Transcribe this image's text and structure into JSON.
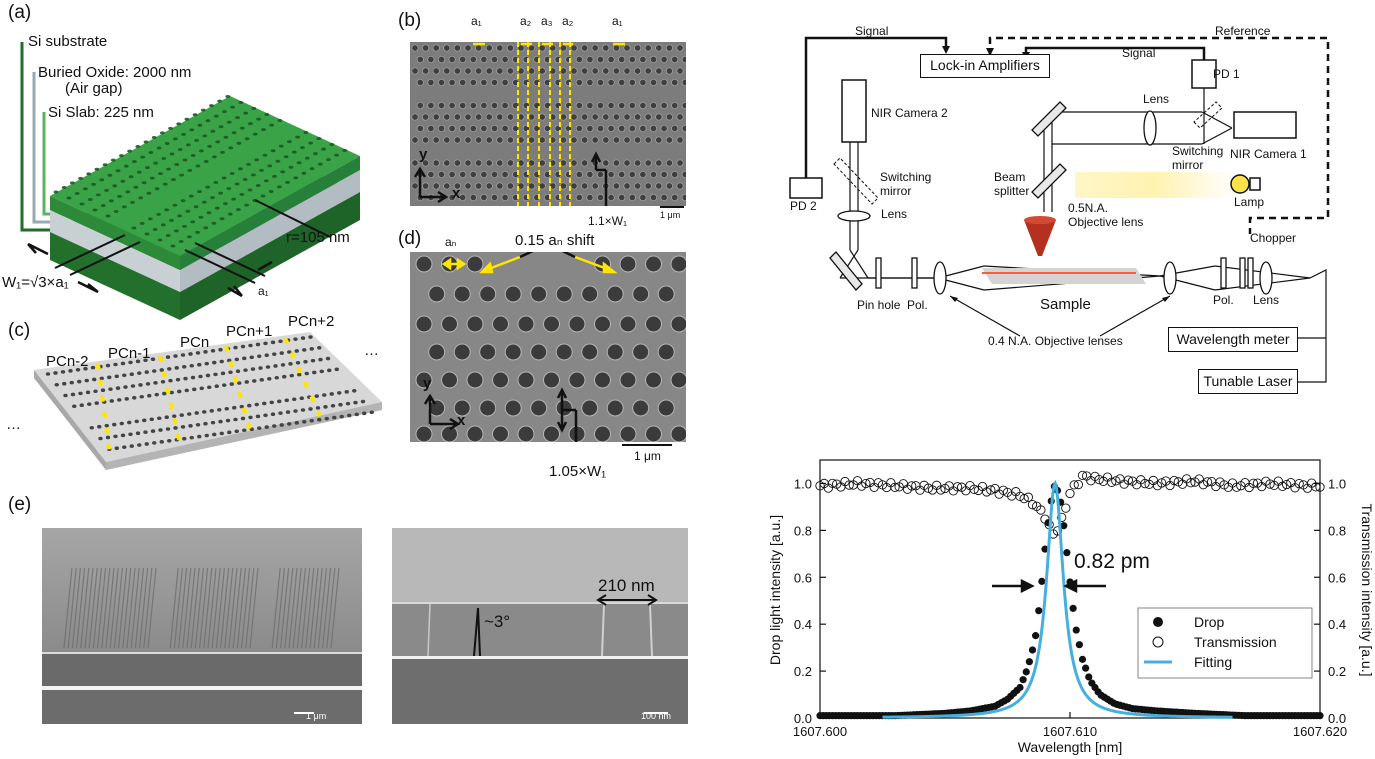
{
  "panels": {
    "a": {
      "label": "(a)",
      "layers": [
        "Si substrate",
        "Buried Oxide: 2000 nm",
        "(Air gap)",
        "Si Slab: 225 nm"
      ],
      "radius": "r=105 nm",
      "w1": "W₁=√3×a₁",
      "a1": "a₁"
    },
    "b": {
      "label": "(b)",
      "top_labels": [
        "a₁",
        "a₂",
        "a₃",
        "a₂",
        "a₁"
      ],
      "y": "y",
      "x": "x",
      "width": "1.1×W₁",
      "scale": "1 μm"
    },
    "c": {
      "label": "(c)",
      "cells": [
        "PCn-2",
        "PCn-1",
        "PCn",
        "PCn+1",
        "PCn+2"
      ],
      "dots_left": "…",
      "dots_right": "…"
    },
    "d": {
      "label": "(d)",
      "an": "aₙ",
      "shift": "0.15 aₙ shift",
      "y": "y",
      "x": "x",
      "width": "1.05×W₁",
      "scale": "1 μm"
    },
    "e": {
      "label": "(e)",
      "scale_left": "1 μm",
      "scale_right": "100 nm",
      "width": "210 nm",
      "angle": "~3°"
    }
  },
  "setup": {
    "signal_top": "Signal",
    "reference": "Reference",
    "signal_mid": "Signal",
    "lockin": "Lock-in Amplifiers",
    "pd1": "PD 1",
    "pd2": "PD 2",
    "nir2": "NIR Camera 2",
    "nir1": "NIR Camera 1",
    "switch_left": [
      "Switching",
      "mirror"
    ],
    "switch_right": [
      "Switching",
      "mirror"
    ],
    "lens_left": "Lens",
    "lens_top": "Lens",
    "lens_right": "Lens",
    "beam_splitter": [
      "Beam",
      "splitter"
    ],
    "objective": [
      "0.5N.A.",
      "Objective lens"
    ],
    "lamp": "Lamp",
    "chopper": "Chopper",
    "pinhole": "Pin hole",
    "pol_left": "Pol.",
    "pol_right": "Pol.",
    "sample": "Sample",
    "obj_lenses": "0.4 N.A. Objective lenses",
    "wavelength_meter": "Wavelength meter",
    "tunable_laser": "Tunable Laser"
  },
  "chart_data": {
    "type": "scatter",
    "xlabel": "Wavelength [nm]",
    "ylabel": "Drop light intensity [a.u.]",
    "y2label": "Transmission intensity [a.u.]",
    "xlim": [
      1607.6,
      1607.62
    ],
    "ylim": [
      0,
      1.1
    ],
    "xticks": [
      "1607.600",
      "1607.610",
      "1607.620"
    ],
    "yticks": [
      "0.0",
      "0.2",
      "0.4",
      "0.6",
      "0.8",
      "1.0"
    ],
    "y2ticks": [
      "0.0",
      "0.2",
      "0.4",
      "0.6",
      "0.8",
      "1.0"
    ],
    "annotation": "0.82 pm",
    "legend": [
      "Drop",
      "Transmission",
      "Fitting"
    ],
    "legend_position": "bottom-right",
    "colors": {
      "drop": "#111111",
      "transmission": "#111111",
      "fitting": "#45b0e0"
    },
    "series": [
      {
        "name": "Drop",
        "marker": "filled-circle",
        "x": [
          1607.6,
          1607.603,
          1607.605,
          1607.606,
          1607.607,
          1607.6075,
          1607.608,
          1607.6083,
          1607.6086,
          1607.6088,
          1607.609,
          1607.6092,
          1607.6094,
          1607.6096,
          1607.6098,
          1607.61,
          1607.6102,
          1607.6105,
          1607.6108,
          1607.6112,
          1607.6118,
          1607.6125,
          1607.6135,
          1607.615,
          1607.617,
          1607.62
        ],
        "y": [
          0.01,
          0.01,
          0.02,
          0.03,
          0.05,
          0.08,
          0.13,
          0.21,
          0.33,
          0.5,
          0.72,
          0.9,
          1.0,
          0.94,
          0.78,
          0.58,
          0.4,
          0.25,
          0.16,
          0.1,
          0.06,
          0.04,
          0.03,
          0.02,
          0.01,
          0.01
        ]
      },
      {
        "name": "Transmission",
        "marker": "open-circle",
        "x": [
          1607.6,
          1607.6015,
          1607.603,
          1607.6045,
          1607.606,
          1607.607,
          1607.608,
          1607.6085,
          1607.609,
          1607.6093,
          1607.6096,
          1607.61,
          1607.6105,
          1607.611,
          1607.612,
          1607.6135,
          1607.615,
          1607.6165,
          1607.618,
          1607.6195,
          1607.62
        ],
        "y": [
          0.99,
          1.0,
          0.99,
          0.98,
          0.98,
          0.97,
          0.95,
          0.92,
          0.86,
          0.78,
          0.82,
          0.96,
          1.03,
          1.02,
          1.01,
          1.0,
          1.01,
          0.99,
          1.0,
          0.99,
          0.99
        ]
      },
      {
        "name": "Fitting",
        "marker": "line",
        "lorentzian": {
          "center": 1607.6094,
          "fwhm": 0.00082,
          "x_range": [
            1607.6025,
            1607.6165
          ]
        }
      }
    ]
  }
}
